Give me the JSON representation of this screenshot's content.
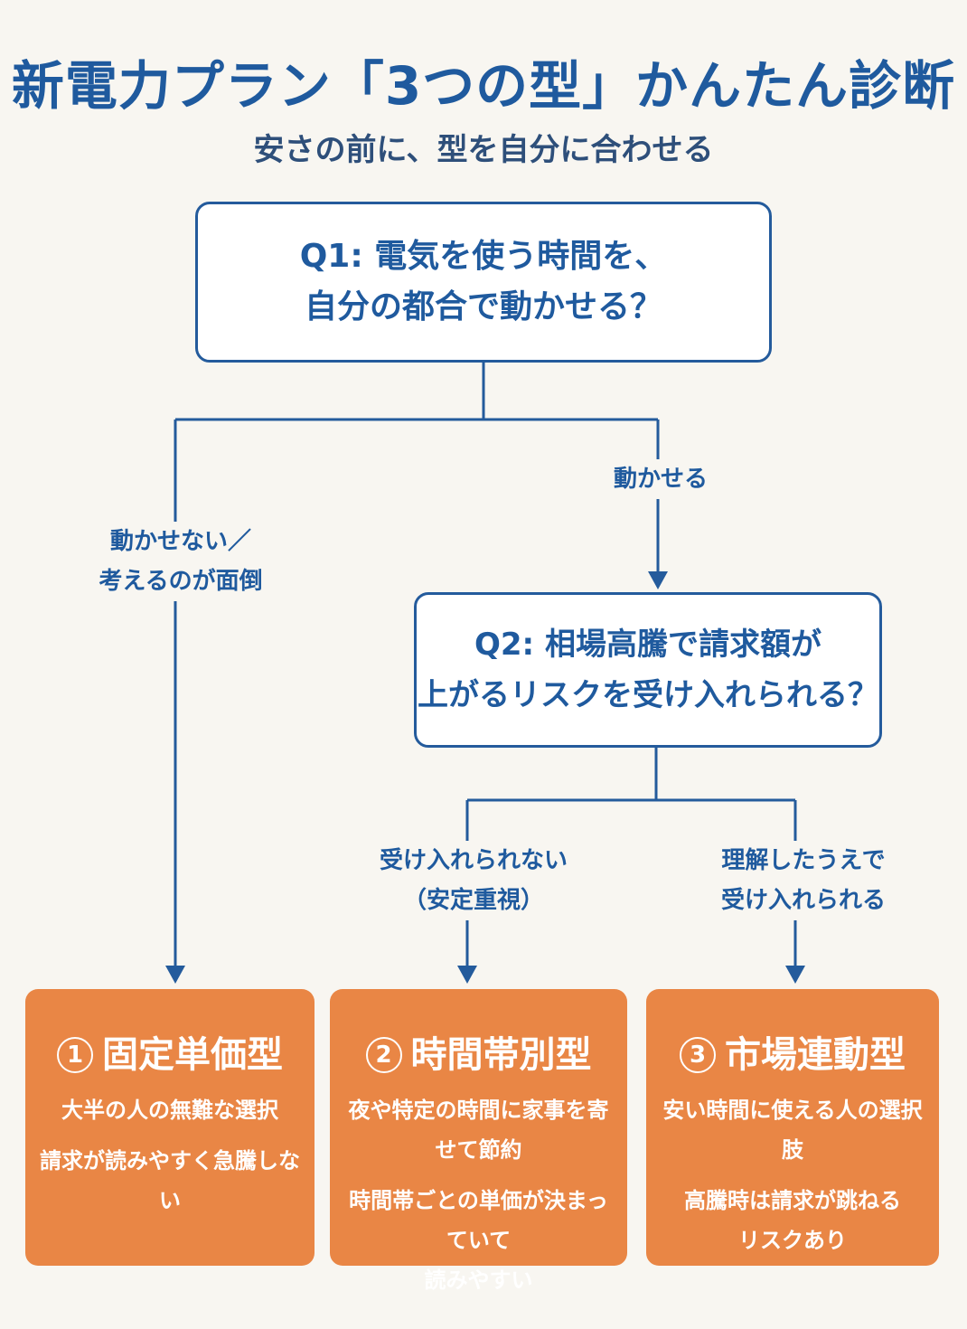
{
  "header": {
    "title": "新電力プラン「3つの型」かんたん診断",
    "subtitle": "安さの前に、型を自分に合わせる"
  },
  "q1": {
    "line1": "Q1: 電気を使う時間を、",
    "line2": "自分の都合で動かせる？"
  },
  "q1_branches": {
    "yes": "動かせる",
    "no_line1": "動かせない／",
    "no_line2": "考えるのが面倒"
  },
  "q2": {
    "line1": "Q2: 相場高騰で請求額が",
    "line2": "上がるリスクを受け入れられる？"
  },
  "q2_branches": {
    "no_line1": "受け入れられない",
    "no_line2": "（安定重視）",
    "yes_line1": "理解したうえで",
    "yes_line2": "受け入れられる"
  },
  "results": [
    {
      "number": "1",
      "name": "固定単価型",
      "desc1": "大半の人の無難な選択",
      "desc2a": "請求が読みやすく急騰しない",
      "desc2b": ""
    },
    {
      "number": "2",
      "name": "時間帯別型",
      "desc1": "夜や特定の時間に家事を寄せて節約",
      "desc2a": "時間帯ごとの単価が決まっていて",
      "desc2b": "読みやすい"
    },
    {
      "number": "3",
      "name": "市場連動型",
      "desc1": "安い時間に使える人の選択肢",
      "desc2a": "高騰時は請求が跳ねる",
      "desc2b": "リスクあり"
    }
  ],
  "colors": {
    "primary_blue": "#1f5a9e",
    "card_orange": "#e98645",
    "background": "#f8f6f1"
  }
}
